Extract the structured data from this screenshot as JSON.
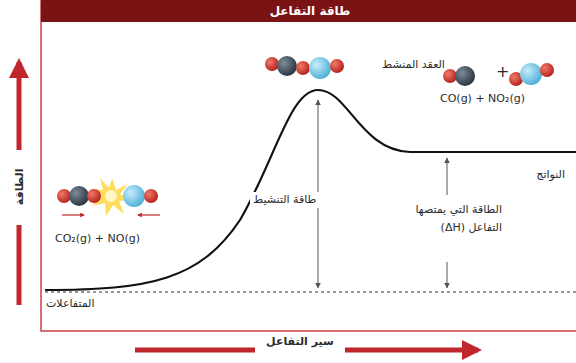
{
  "diagram": {
    "title": "طاقة التفاعل",
    "labels": [
      "العقد المنشط",
      "طاقة التنشيط",
      "النواتج",
      "الطاقة التي يمتصها التفاعل (ΔH)",
      "المتفاعلات",
      "CO₂(g) + NO(g)",
      "CO(g) + NO₂(g)",
      "+",
      "الطاقة",
      "سير التفاعل"
    ]
  }
}
